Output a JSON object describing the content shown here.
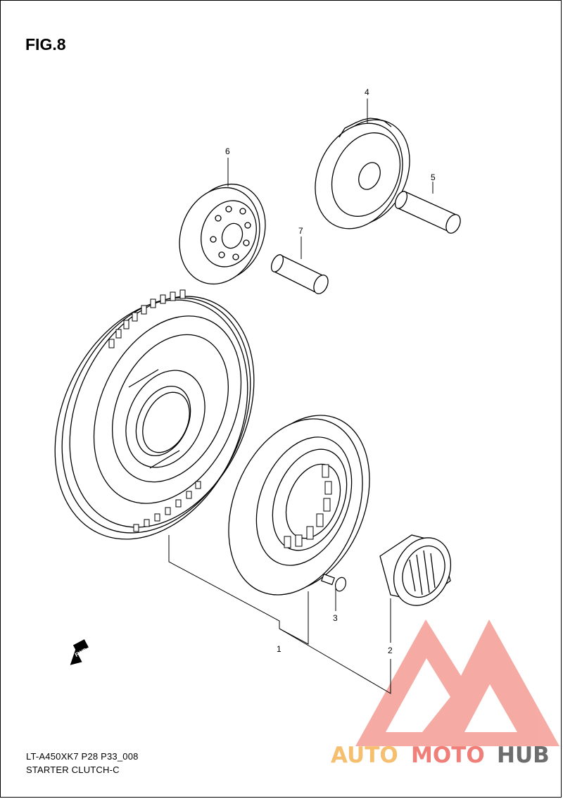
{
  "figure_label": "FIG.8",
  "model_code": "LT-A450XK7 P28 P33_008",
  "caption": "STARTER CLUTCH-C",
  "callouts": {
    "c1": "1",
    "c2": "2",
    "c3": "3",
    "c4": "4",
    "c5": "5",
    "c6": "6",
    "c7": "7"
  },
  "fwd_label": "FWD",
  "watermark": {
    "part1": "AUTO",
    "part2": "MOTO",
    "part3": "HUB",
    "colors": {
      "auto": "#f6bf6f",
      "moto": "#ef7f78",
      "hub": "#6d6d6d",
      "mark": "#f5a39b"
    }
  }
}
